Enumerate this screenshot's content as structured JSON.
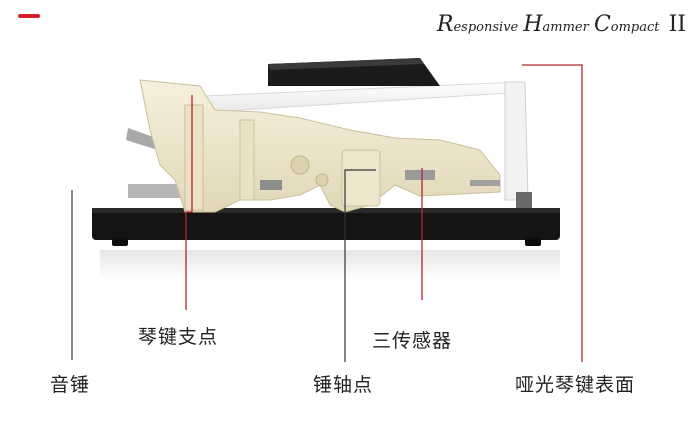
{
  "brand": {
    "logo_words": [
      {
        "cap": "R",
        "rest": "esponsive"
      },
      {
        "cap": "H",
        "rest": "ammer"
      },
      {
        "cap": "C",
        "rest": "ompact"
      }
    ],
    "logo_numeral": "II",
    "accent_color": "#d4202a"
  },
  "callouts": {
    "hammer": "音锤",
    "key_fulcrum": "琴键支点",
    "triple_sensor": "三传感器",
    "hammer_pivot": "锤轴点",
    "matte_key_surface": "哑光琴键表面"
  },
  "colors": {
    "leader_red": "#b3272d",
    "leader_dark": "#333333",
    "ivory_plastic": "#efe7cf",
    "base": "#141414",
    "key_white": "#f7f7f7"
  }
}
